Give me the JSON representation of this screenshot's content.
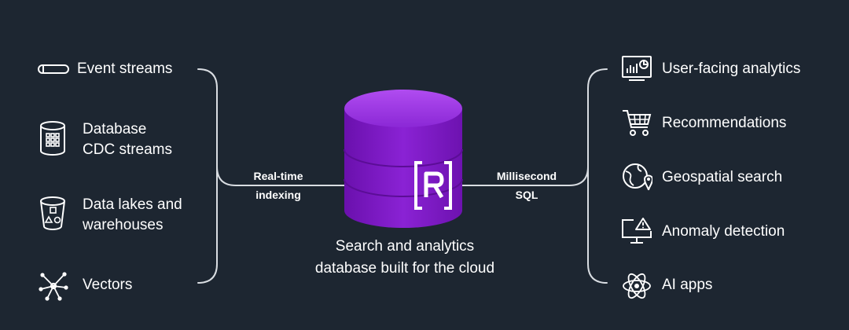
{
  "inputs": [
    {
      "line1": "Event streams",
      "line2": "",
      "icon": "event-stream-icon"
    },
    {
      "line1": "Database",
      "line2": "CDC streams",
      "icon": "database-cdc-icon"
    },
    {
      "line1": "Data lakes and",
      "line2": "warehouses",
      "icon": "data-lake-bucket-icon"
    },
    {
      "line1": "Vectors",
      "line2": "",
      "icon": "vectors-network-icon"
    }
  ],
  "outputs": [
    {
      "label": "User-facing analytics",
      "icon": "analytics-dashboard-icon"
    },
    {
      "label": "Recommendations",
      "icon": "shopping-cart-icon"
    },
    {
      "label": "Geospatial search",
      "icon": "globe-location-icon"
    },
    {
      "label": "Anomaly detection",
      "icon": "monitor-warning-icon"
    },
    {
      "label": "AI apps",
      "icon": "atom-ai-icon"
    }
  ],
  "left_connector": {
    "line1": "Real-time",
    "line2": "indexing"
  },
  "right_connector": {
    "line1": "Millisecond",
    "line2": "SQL"
  },
  "center": {
    "logo_text": "[R]",
    "caption_line1": "Search and analytics",
    "caption_line2": "database built for the cloud"
  },
  "colors": {
    "background": "#1d2631",
    "cylinder_top": "#9a35e0",
    "cylinder_body": "#7a18c2",
    "line": "#d9dde2"
  }
}
